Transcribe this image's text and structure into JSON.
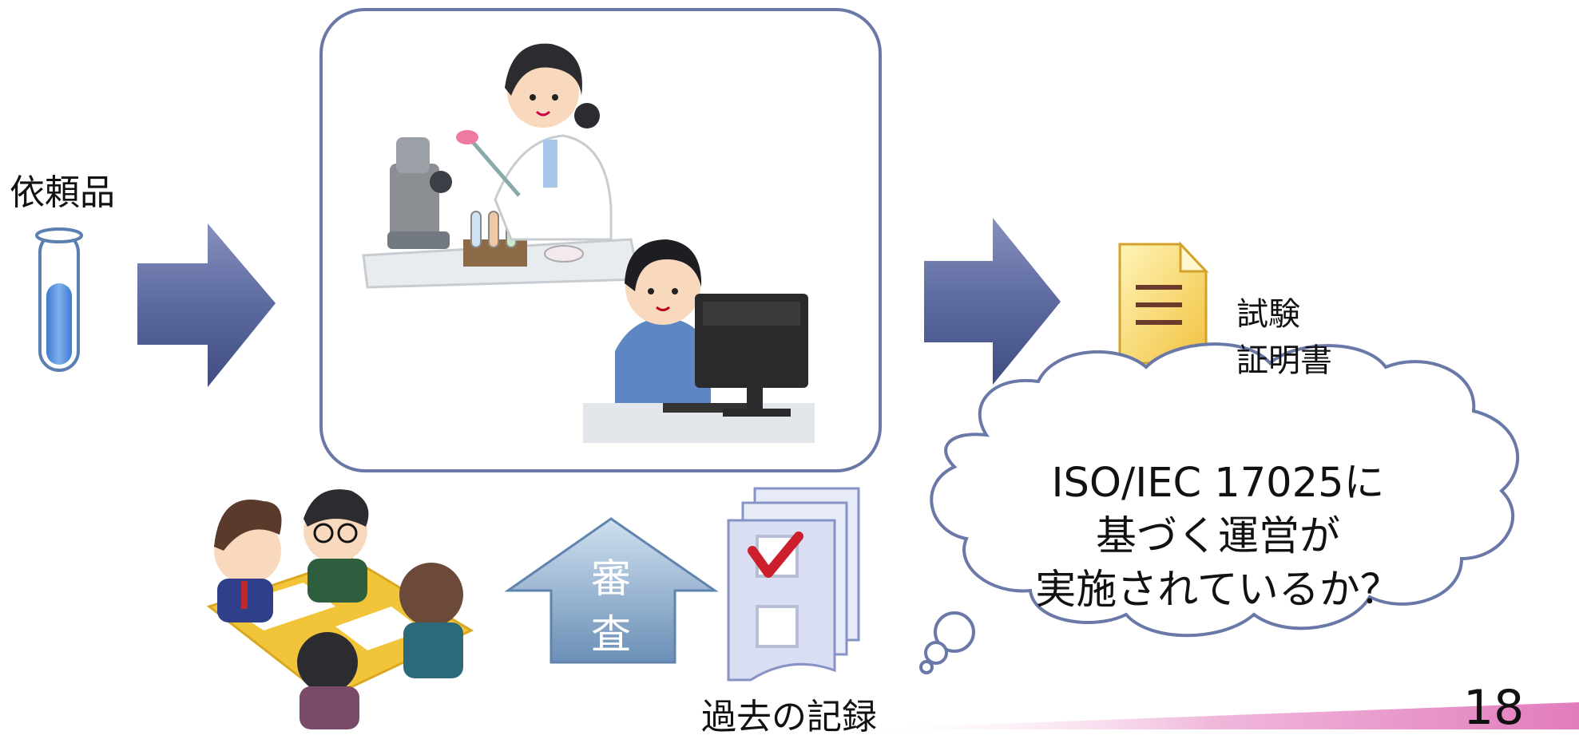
{
  "sample": {
    "label": "依頼品"
  },
  "certificate": {
    "line1": "試験",
    "line2": "証明書"
  },
  "review": {
    "line1": "審",
    "line2": "査"
  },
  "records": {
    "label": "過去の記録"
  },
  "thought": {
    "line1": "ISO/IEC 17025に",
    "line2": "基づく運営が",
    "line3": "実施されているか？"
  },
  "page": {
    "number": "18"
  },
  "colors": {
    "arrow": "#5b6a9e",
    "frame": "#6a78a8",
    "review_arrow": "#8fb1d3",
    "bottom_band": "#e58bc4",
    "check": "#cc1e2c"
  }
}
